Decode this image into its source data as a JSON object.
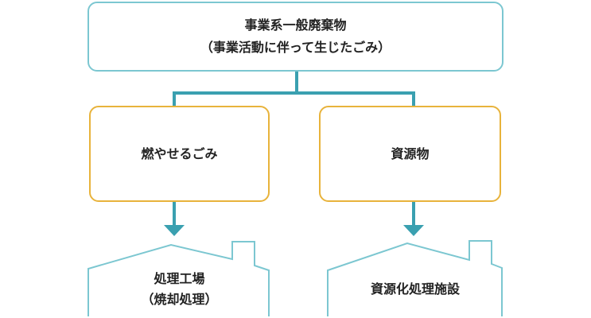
{
  "top": {
    "line1": "事業系一般廃棄物",
    "line2": "（事業活動に伴って生じたごみ）"
  },
  "categories": [
    {
      "label": "燃やせるごみ"
    },
    {
      "label": "資源物"
    }
  ],
  "destinations": [
    {
      "line1": "処理工場",
      "line2": "（焼却処理）"
    },
    {
      "line1": "資源化処理施設"
    }
  ],
  "colors": {
    "top_border": "#7cc7d1",
    "category_border": "#e8b33b",
    "connector": "#3aa0b0",
    "house_outline": "#7cc7d1"
  }
}
